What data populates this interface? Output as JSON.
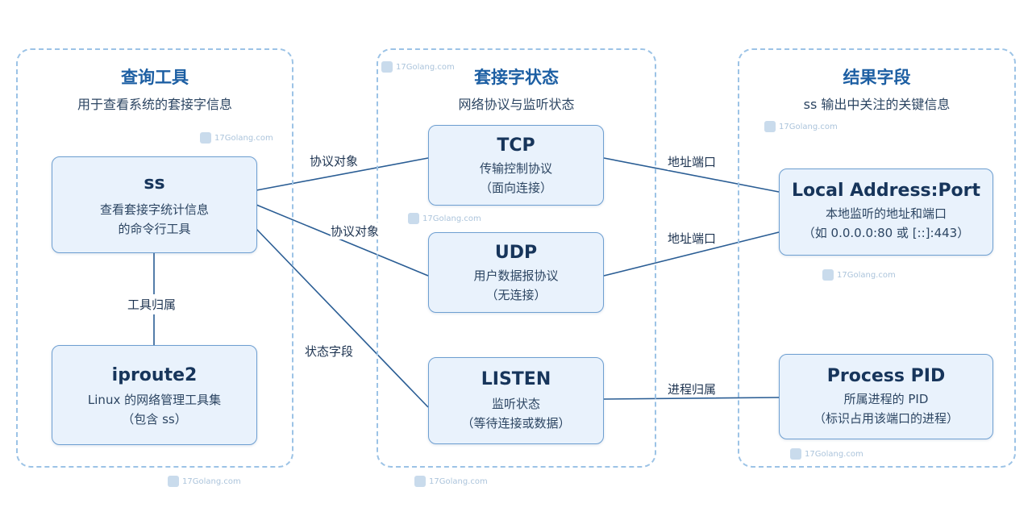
{
  "groups": {
    "query": {
      "title": "查询工具",
      "subtitle": "用于查看系统的套接字信息"
    },
    "state": {
      "title": "套接字状态",
      "subtitle": "网络协议与监听状态"
    },
    "fields": {
      "title": "结果字段",
      "subtitle": "ss 输出中关注的关键信息"
    }
  },
  "nodes": {
    "ss": {
      "title": "ss",
      "desc1": "查看套接字统计信息",
      "desc2": "的命令行工具"
    },
    "iproute2": {
      "title": "iproute2",
      "desc1": "Linux 的网络管理工具集",
      "desc2": "（包含 ss）"
    },
    "tcp": {
      "title": "TCP",
      "desc1": "传输控制协议",
      "desc2": "（面向连接）"
    },
    "udp": {
      "title": "UDP",
      "desc1": "用户数据报协议",
      "desc2": "（无连接）"
    },
    "listen": {
      "title": "LISTEN",
      "desc1": "监听状态",
      "desc2": "（等待连接或数据）"
    },
    "local_address": {
      "title": "Local Address:Port",
      "desc1": "本地监听的地址和端口",
      "desc2": "（如 0.0.0.0:80 或 [::]:443）"
    },
    "process_pid": {
      "title": "Process PID",
      "desc1": "所属进程的 PID",
      "desc2": "（标识占用该端口的进程）"
    }
  },
  "edges": {
    "ss_iproute2": "工具归属",
    "ss_tcp": "协议对象",
    "ss_udp": "协议对象",
    "ss_listen": "状态字段",
    "tcp_local": "地址端口",
    "udp_local": "地址端口",
    "listen_pid": "进程归属"
  },
  "watermark": "17Golang.com",
  "colors": {
    "accent": "#1d5fa3",
    "node_fill": "#e9f2fc",
    "node_border": "#6e9fd1",
    "group_border": "#9cc3e6",
    "edge": "#2a5d94"
  }
}
